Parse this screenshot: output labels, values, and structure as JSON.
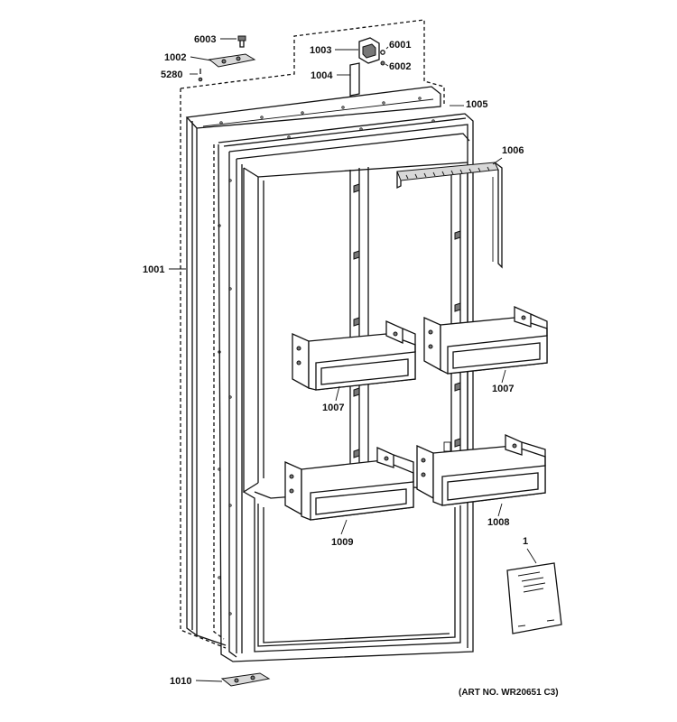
{
  "labels": {
    "p6003": "6003",
    "p1002": "1002",
    "p5280": "5280",
    "p1003": "1003",
    "p6001": "6001",
    "p6002": "6002",
    "p1004": "1004",
    "p1005": "1005",
    "p1006": "1006",
    "p1001": "1001",
    "p1007a": "1007",
    "p1007b": "1007",
    "p1009": "1009",
    "p1008": "1008",
    "p1": "1",
    "p1010": "1010"
  },
  "art_number": "(ART NO. WR20651 C3)"
}
